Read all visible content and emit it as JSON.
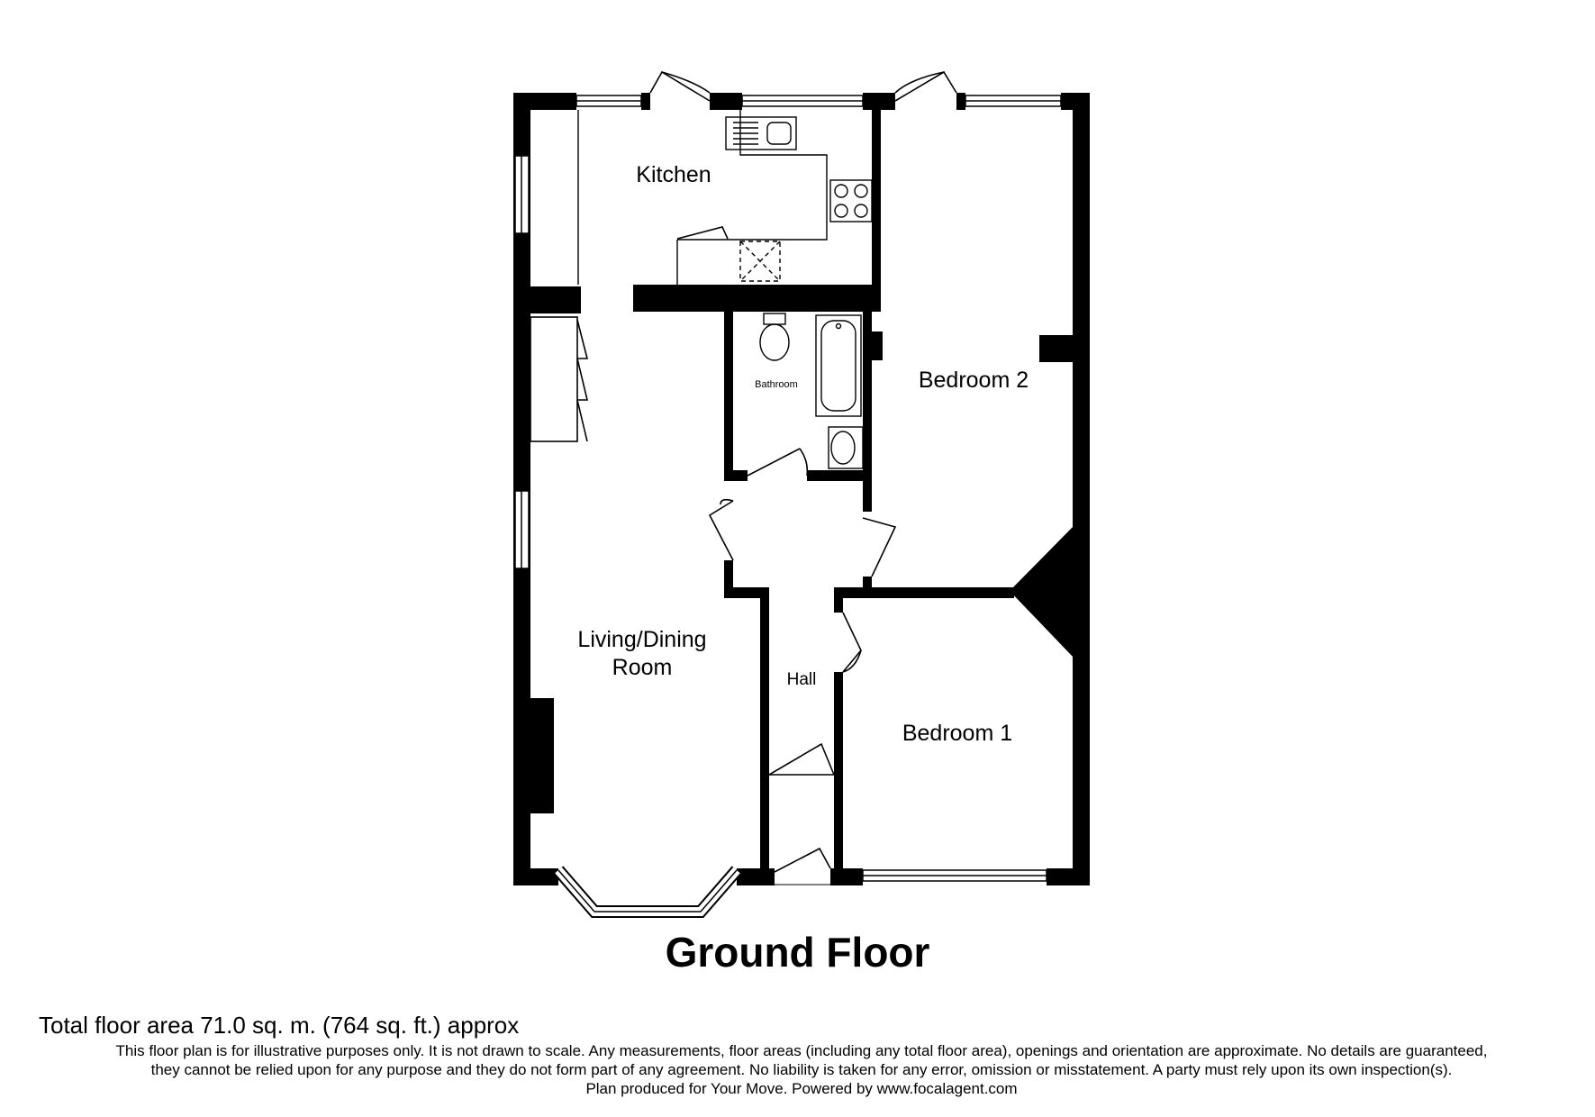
{
  "colors": {
    "wall": "#000000",
    "background": "#ffffff"
  },
  "rooms": {
    "kitchen": "Kitchen",
    "bathroom": "Bathroom",
    "bedroom2": "Bedroom 2",
    "living_line1": "Living/Dining",
    "living_line2": "Room",
    "hall": "Hall",
    "bedroom1": "Bedroom 1"
  },
  "floor_title": "Ground Floor",
  "footer": {
    "area": "Total floor area 71.0 sq. m. (764 sq. ft.) approx",
    "line1": "This floor plan is for illustrative purposes only. It is not drawn to scale. Any measurements, floor areas (including any total floor area), openings and orientation are approximate. No details are guaranteed,",
    "line2": "they cannot be relied upon for any purpose and they do not form part of any agreement. No liability is taken for any error, omission or misstatement. A party must rely upon its own inspection(s).",
    "line3": "Plan produced for Your Move. Powered by www.focalagent.com"
  }
}
